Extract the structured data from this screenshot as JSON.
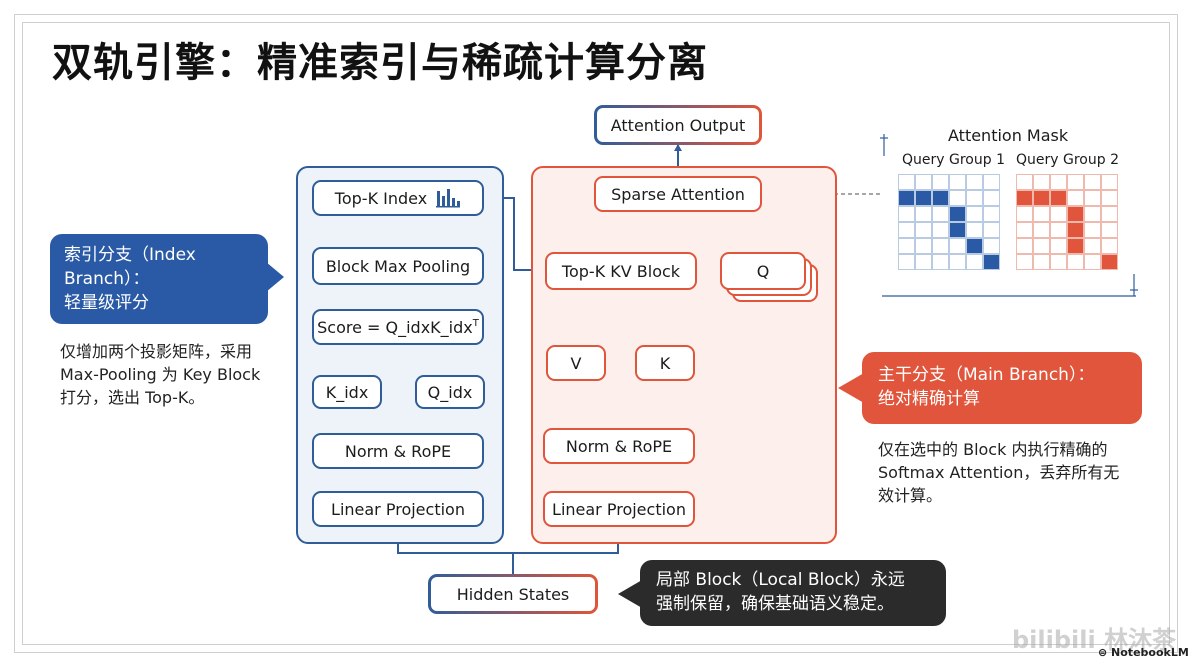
{
  "title": "双轨引擎：精准索引与稀疏计算分离",
  "nodes": {
    "attention_output": "Attention Output",
    "hidden_states": "Hidden States",
    "index_branch": {
      "topk_index": "Top-K Index",
      "block_max_pooling": "Block Max Pooling",
      "score_prefix": "Score = Q_idxK_idx",
      "score_sup": "T",
      "k_idx": "K_idx",
      "q_idx": "Q_idx",
      "norm_rope": "Norm & RoPE",
      "linear_projection": "Linear Projection"
    },
    "main_branch": {
      "sparse_attention": "Sparse Attention",
      "topk_kv_block": "Top-K KV Block",
      "q": "Q",
      "v": "V",
      "k": "K",
      "norm_rope": "Norm & RoPE",
      "linear_projection": "Linear Projection"
    }
  },
  "callouts": {
    "index_branch": {
      "line1": "索引分支（Index",
      "line2": "Branch）：",
      "line3": "轻量级评分",
      "desc1": "仅增加两个投影矩阵，采用",
      "desc2": "Max-Pooling 为 Key Block",
      "desc3": "打分，选出 Top-K。"
    },
    "main_branch": {
      "line1": "主干分支（Main Branch）：",
      "line2": "绝对精确计算",
      "desc1": "仅在选中的 Block 内执行精确的",
      "desc2": "Softmax Attention，丢弃所有无",
      "desc3": "效计算。"
    },
    "local_block": {
      "line1": "局部 Block（Local Block）永远",
      "line2": "强制保留，确保基础语义稳定。"
    }
  },
  "attention_mask": {
    "title": "Attention Mask",
    "group1": "Query Group 1",
    "group2": "Query Group 2",
    "size": 6,
    "group1_filled": [
      [
        1,
        0
      ],
      [
        1,
        1
      ],
      [
        1,
        2
      ],
      [
        2,
        3
      ],
      [
        3,
        3
      ],
      [
        4,
        4
      ],
      [
        5,
        5
      ]
    ],
    "group2_filled": [
      [
        1,
        0
      ],
      [
        1,
        1
      ],
      [
        1,
        2
      ],
      [
        2,
        3
      ],
      [
        3,
        3
      ],
      [
        4,
        3
      ],
      [
        5,
        5
      ]
    ]
  },
  "watermark": {
    "bilibili": "bilibili 林沐茶",
    "brand": "NotebookLM"
  },
  "colors": {
    "blue": "#2f5d99",
    "blue_fill": "#2a5aa6",
    "red": "#e0553b",
    "dark": "#2b2b2b",
    "arrow": "#2f5d99"
  },
  "icons": {
    "topk_index": "bar-chart-icon",
    "callout_pointer": "triangle-pointer-icon"
  }
}
